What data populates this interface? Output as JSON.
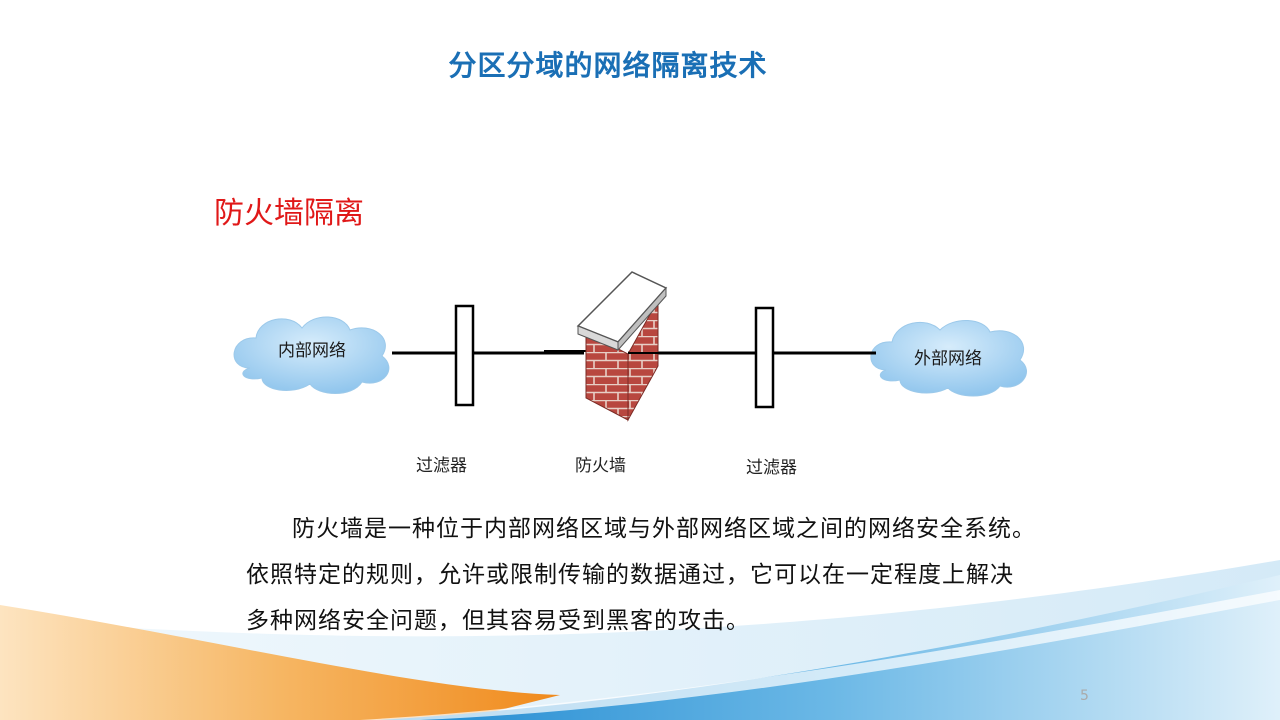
{
  "slide": {
    "title": "分区分域的网络隔离技术",
    "subtitle": "防火墙隔离",
    "page_number": "5"
  },
  "diagram": {
    "internal_network": "内部网络",
    "external_network": "外部网络",
    "left_filter": "过滤器",
    "firewall": "防火墙",
    "right_filter": "过滤器"
  },
  "description": "防火墙是一种位于内部网络区域与外部网络区域之间的网络安全系统。依照特定的规则，允许或限制传输的数据通过，它可以在一定程度上解决多种网络安全问题，但其容易受到黑客的攻击。",
  "colors": {
    "title": "#1a6fb5",
    "subtitle": "#e01818",
    "cloud": "#a9d2f2",
    "brick": "#c0504d",
    "swoosh_orange": "#f29a2e",
    "swoosh_blue": "#5aa9de"
  }
}
